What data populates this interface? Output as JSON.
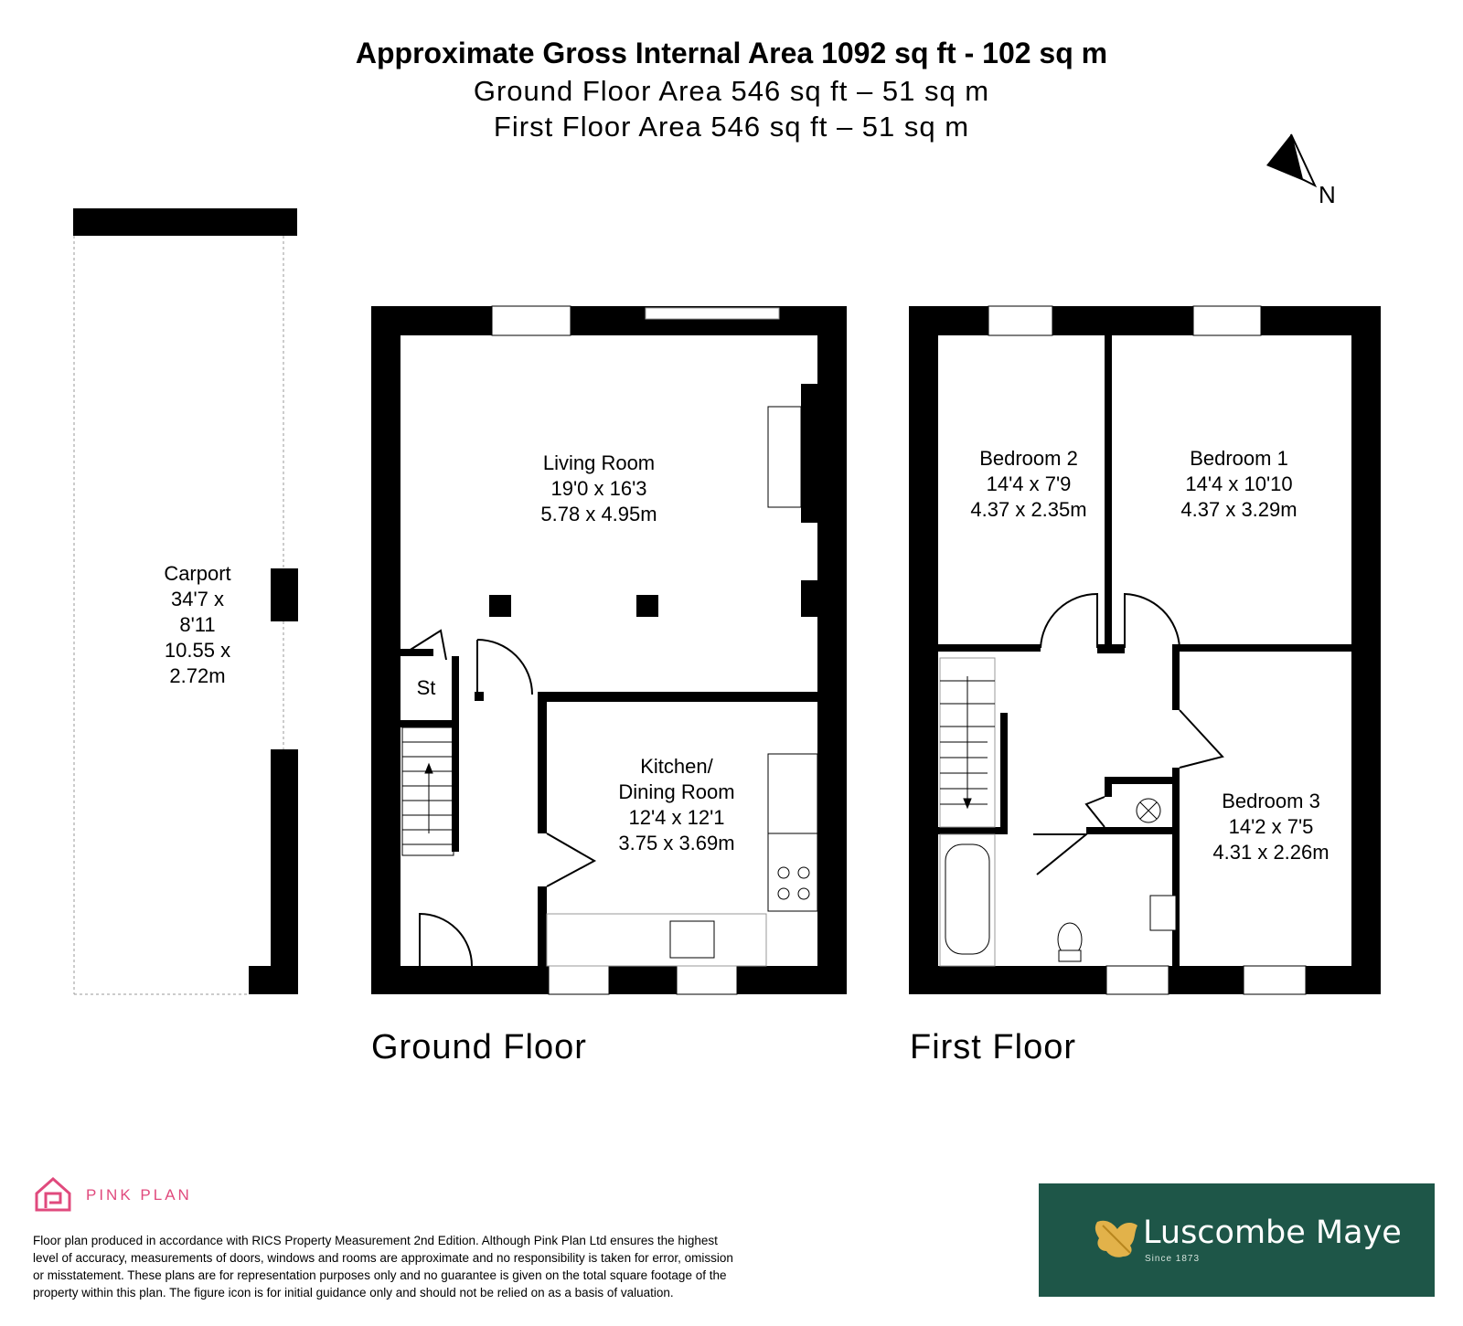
{
  "header": {
    "line1": "Approximate Gross Internal Area 1092 sq ft - 102 sq m",
    "line2": "Ground Floor Area 546 sq ft – 51 sq m",
    "line3": "First Floor Area 546 sq ft – 51 sq m"
  },
  "compass": {
    "label": "N"
  },
  "carport": {
    "name": "Carport",
    "imperial": "34'7 x 8'11",
    "metric": "10.55 x 2.72m"
  },
  "ground_floor": {
    "label": "Ground Floor",
    "living_room": {
      "name": "Living Room",
      "imperial": "19'0 x 16'3",
      "metric": "5.78 x 4.95m"
    },
    "kitchen": {
      "name_line1": "Kitchen/",
      "name_line2": "Dining Room",
      "imperial": "12'4 x 12'1",
      "metric": "3.75 x 3.69m"
    },
    "store": {
      "name": "St"
    }
  },
  "first_floor": {
    "label": "First Floor",
    "bedroom2": {
      "name": "Bedroom 2",
      "imperial": "14'4 x 7'9",
      "metric": "4.37 x 2.35m"
    },
    "bedroom1": {
      "name": "Bedroom 1",
      "imperial": "14'4 x 10'10",
      "metric": "4.37 x 3.29m"
    },
    "bedroom3": {
      "name": "Bedroom 3",
      "imperial": "14'2 x 7'5",
      "metric": "4.31 x 2.26m"
    }
  },
  "footer": {
    "brand": "PINK PLAN",
    "brand_color": "#e04a7d",
    "disclaimer_lines": [
      "Floor plan produced in accordance with RICS Property Measurement 2nd Edition. Although Pink Plan Ltd ensures the highest",
      "level of accuracy, measurements of doors, windows and rooms are approximate and no responsibility is taken for error, omission",
      "or misstatement. These plans are for representation purposes only and no guarantee is given on the total square footage of the",
      "property within this plan. The figure icon is for initial guidance only and should not be relied on as a basis of valuation."
    ],
    "agent_name": "Luscombe Maye",
    "agent_since": "Since 1873",
    "agent_color": "#1e5648"
  }
}
